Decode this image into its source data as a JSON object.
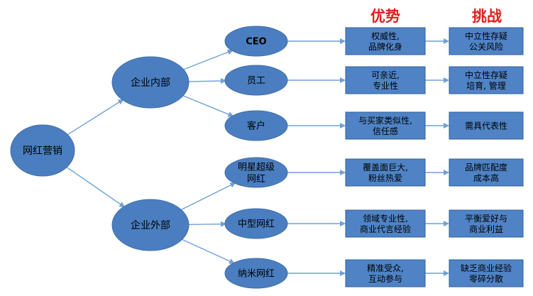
{
  "headers": {
    "advantage": "优势",
    "challenge": "挑战"
  },
  "root": {
    "label": "网红营销"
  },
  "groups": [
    {
      "label": "企业内部",
      "items": [
        {
          "label": [
            "CEO"
          ],
          "advantage": [
            "权威性,",
            "品牌化身"
          ],
          "challenge": [
            "中立性存疑",
            "公关风险"
          ]
        },
        {
          "label": [
            "员工"
          ],
          "advantage": [
            "可亲近,",
            "专业性"
          ],
          "challenge": [
            "中立性存疑",
            "培育, 管理"
          ]
        },
        {
          "label": [
            "客户"
          ],
          "advantage": [
            "与买家类似性,",
            "信任感"
          ],
          "challenge": [
            "需具代表性"
          ]
        }
      ]
    },
    {
      "label": "企业外部",
      "items": [
        {
          "label": [
            "明星超级",
            "网红"
          ],
          "advantage": [
            "覆盖面巨大,",
            "粉丝热爱"
          ],
          "challenge": [
            "品牌匹配度",
            "成本高"
          ]
        },
        {
          "label": [
            "中型网红"
          ],
          "advantage": [
            "领域专业性,",
            "商业代言经验"
          ],
          "challenge": [
            "平衡爱好与",
            "商业利益"
          ]
        },
        {
          "label": [
            "纳米网红"
          ],
          "advantage": [
            "精准受众,",
            "互动参与"
          ],
          "challenge": [
            "缺乏商业经验",
            "零碎分散"
          ]
        }
      ]
    }
  ],
  "colors": {
    "node_fill": "#4a7ec0",
    "node_stroke": "#3f6fab",
    "box_fill": "#4f83c6",
    "box_stroke": "#2f5f9e",
    "arrow": "#6ea0d6",
    "header_text": "#e02020",
    "node_text": "#000000"
  }
}
